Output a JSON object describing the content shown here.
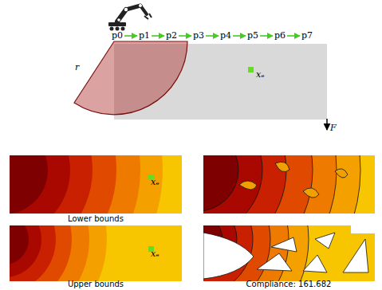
{
  "diagram": {
    "nodes": [
      {
        "text": [
          "p0"
        ]
      },
      {
        "text": [
          "p1"
        ]
      },
      {
        "text": [
          "p2"
        ]
      },
      {
        "text": [
          "p3"
        ]
      },
      {
        "text": [
          "p4"
        ]
      },
      {
        "text": [
          "p5"
        ]
      },
      {
        "text": [
          "p6"
        ]
      },
      {
        "text": [
          "p7"
        ]
      }
    ],
    "edges": [
      {
        "from": 0,
        "to": 1,
        "arrow": "to"
      },
      {
        "from": 1,
        "to": 2,
        "arrow": "to"
      },
      {
        "from": 2,
        "to": 3,
        "arrow": "to"
      },
      {
        "from": 3,
        "to": 4,
        "arrow": "to"
      },
      {
        "from": 4,
        "to": 5,
        "arrow": "to"
      },
      {
        "from": 5,
        "to": 6,
        "arrow": "to"
      },
      {
        "from": 6,
        "to": 7,
        "arrow": "to"
      }
    ],
    "labels": [
      "r",
      "xₑ",
      "F",
      "xₑ",
      "Lower bounds",
      "xₑ",
      "Upper bounds",
      "Compliance: 161.682"
    ]
  }
}
